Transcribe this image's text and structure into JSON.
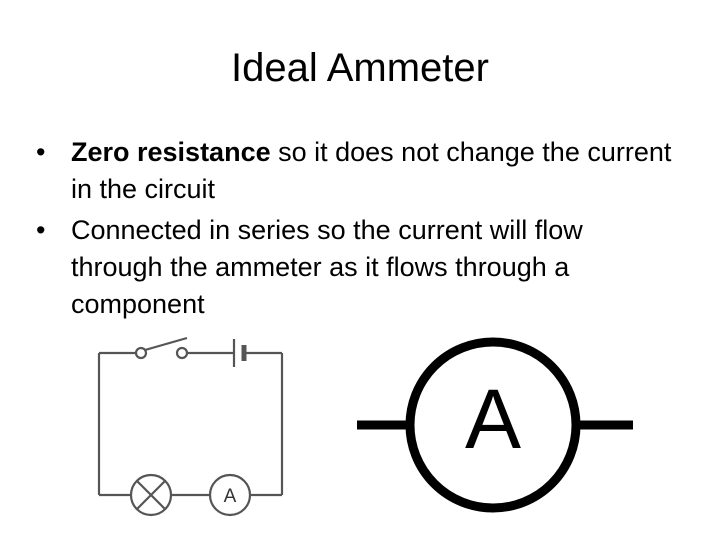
{
  "slide": {
    "title": "Ideal Ammeter",
    "bullets": [
      {
        "bold": "Zero resistance",
        "text": " so it does not change the current in the circuit"
      },
      {
        "bold": "",
        "text": "Connected in series so the current will flow through the ammeter as it flows through a component"
      }
    ],
    "bullet_glyph": "•"
  },
  "circuit": {
    "ammeter_label": "A"
  },
  "symbol": {
    "label": "A"
  }
}
